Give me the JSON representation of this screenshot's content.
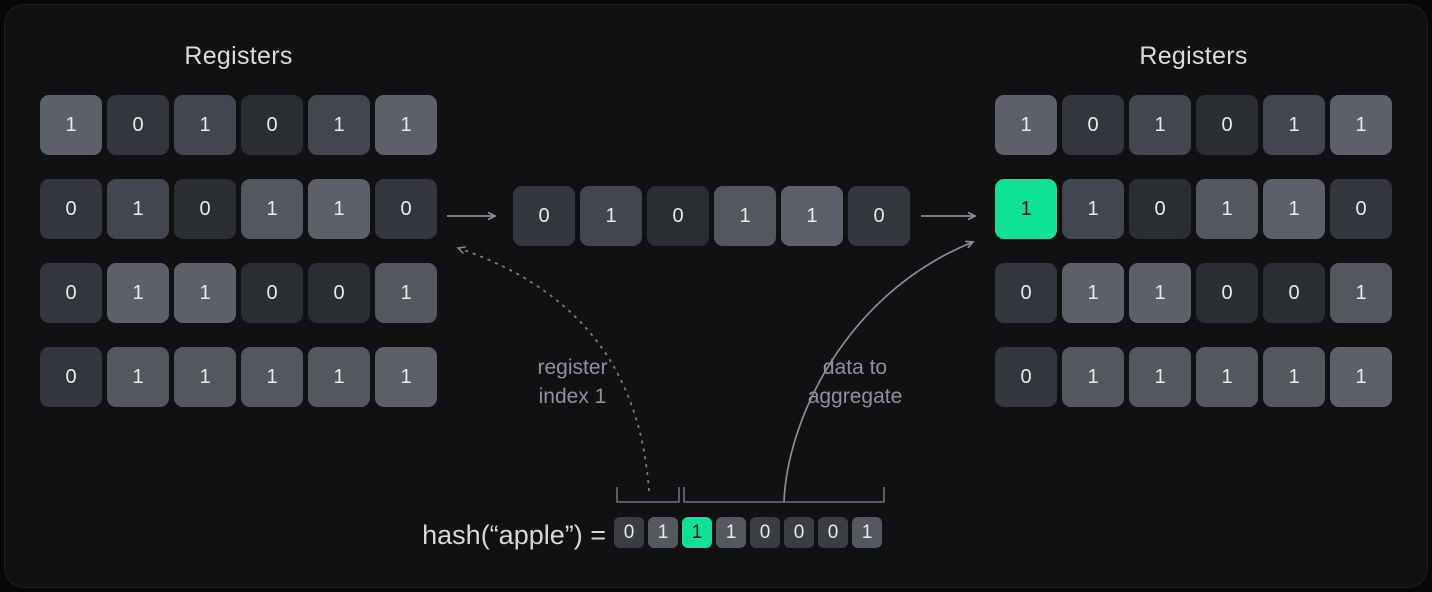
{
  "left_panel": {
    "title": "Registers",
    "rows": [
      [
        "1",
        "0",
        "1",
        "0",
        "1",
        "1"
      ],
      [
        "0",
        "1",
        "0",
        "1",
        "1",
        "0"
      ],
      [
        "0",
        "1",
        "1",
        "0",
        "0",
        "1"
      ],
      [
        "0",
        "1",
        "1",
        "1",
        "1",
        "1"
      ]
    ],
    "shade_rows": [
      [
        "l1",
        "d2",
        "m1",
        "d1",
        "m1",
        "l1"
      ],
      [
        "d2",
        "m1",
        "d1",
        "m2",
        "l1",
        "d2"
      ],
      [
        "d2",
        "l1",
        "l1",
        "d1",
        "d1",
        "m2"
      ],
      [
        "d2",
        "m2",
        "m2",
        "m2",
        "m2",
        "l1"
      ]
    ]
  },
  "middle_strip": {
    "values": [
      "0",
      "1",
      "0",
      "1",
      "1",
      "0"
    ],
    "shades": [
      "d2",
      "m1",
      "d1",
      "m2",
      "l1",
      "d2"
    ]
  },
  "right_panel": {
    "title": "Registers",
    "rows": [
      [
        "1",
        "0",
        "1",
        "0",
        "1",
        "1"
      ],
      [
        "1",
        "1",
        "0",
        "1",
        "1",
        "0"
      ],
      [
        "0",
        "1",
        "1",
        "0",
        "0",
        "1"
      ],
      [
        "0",
        "1",
        "1",
        "1",
        "1",
        "1"
      ]
    ],
    "shade_rows": [
      [
        "l1",
        "d2",
        "m1",
        "d1",
        "m1",
        "l1"
      ],
      [
        "green",
        "m1",
        "d1",
        "m2",
        "l1",
        "d2"
      ],
      [
        "d2",
        "l1",
        "l1",
        "d1",
        "d1",
        "m2"
      ],
      [
        "d2",
        "m2",
        "m2",
        "m2",
        "m2",
        "l1"
      ]
    ]
  },
  "labels": {
    "register_index": {
      "lines": [
        "register",
        "index 1"
      ]
    },
    "data_to_aggregate": {
      "lines": [
        "data to",
        "aggregate"
      ]
    }
  },
  "hash": {
    "label": "hash(“apple”) =",
    "bits": [
      "0",
      "1",
      "1",
      "1",
      "0",
      "0",
      "0",
      "1"
    ],
    "bit_shades": [
      "bit_dark",
      "bit_mid",
      "green",
      "bit_mid",
      "bit_dark",
      "bit_dark",
      "bit_dark",
      "bit_mid"
    ],
    "highlighted_bit_index": 2
  },
  "colors": {
    "d1": "#2a2d31",
    "d2": "#33363c",
    "m1": "#42464e",
    "m2": "#53585f",
    "l1": "#5c6169",
    "green": "#0de295",
    "bit_dark": "#3a3d42",
    "bit_mid": "#54585f",
    "cell_text": "#e8eaec",
    "cell_text_dark": "#0e1012",
    "arrow": "#8a8d91",
    "dashed": "#7d8084",
    "bracket": "#6e7175"
  }
}
